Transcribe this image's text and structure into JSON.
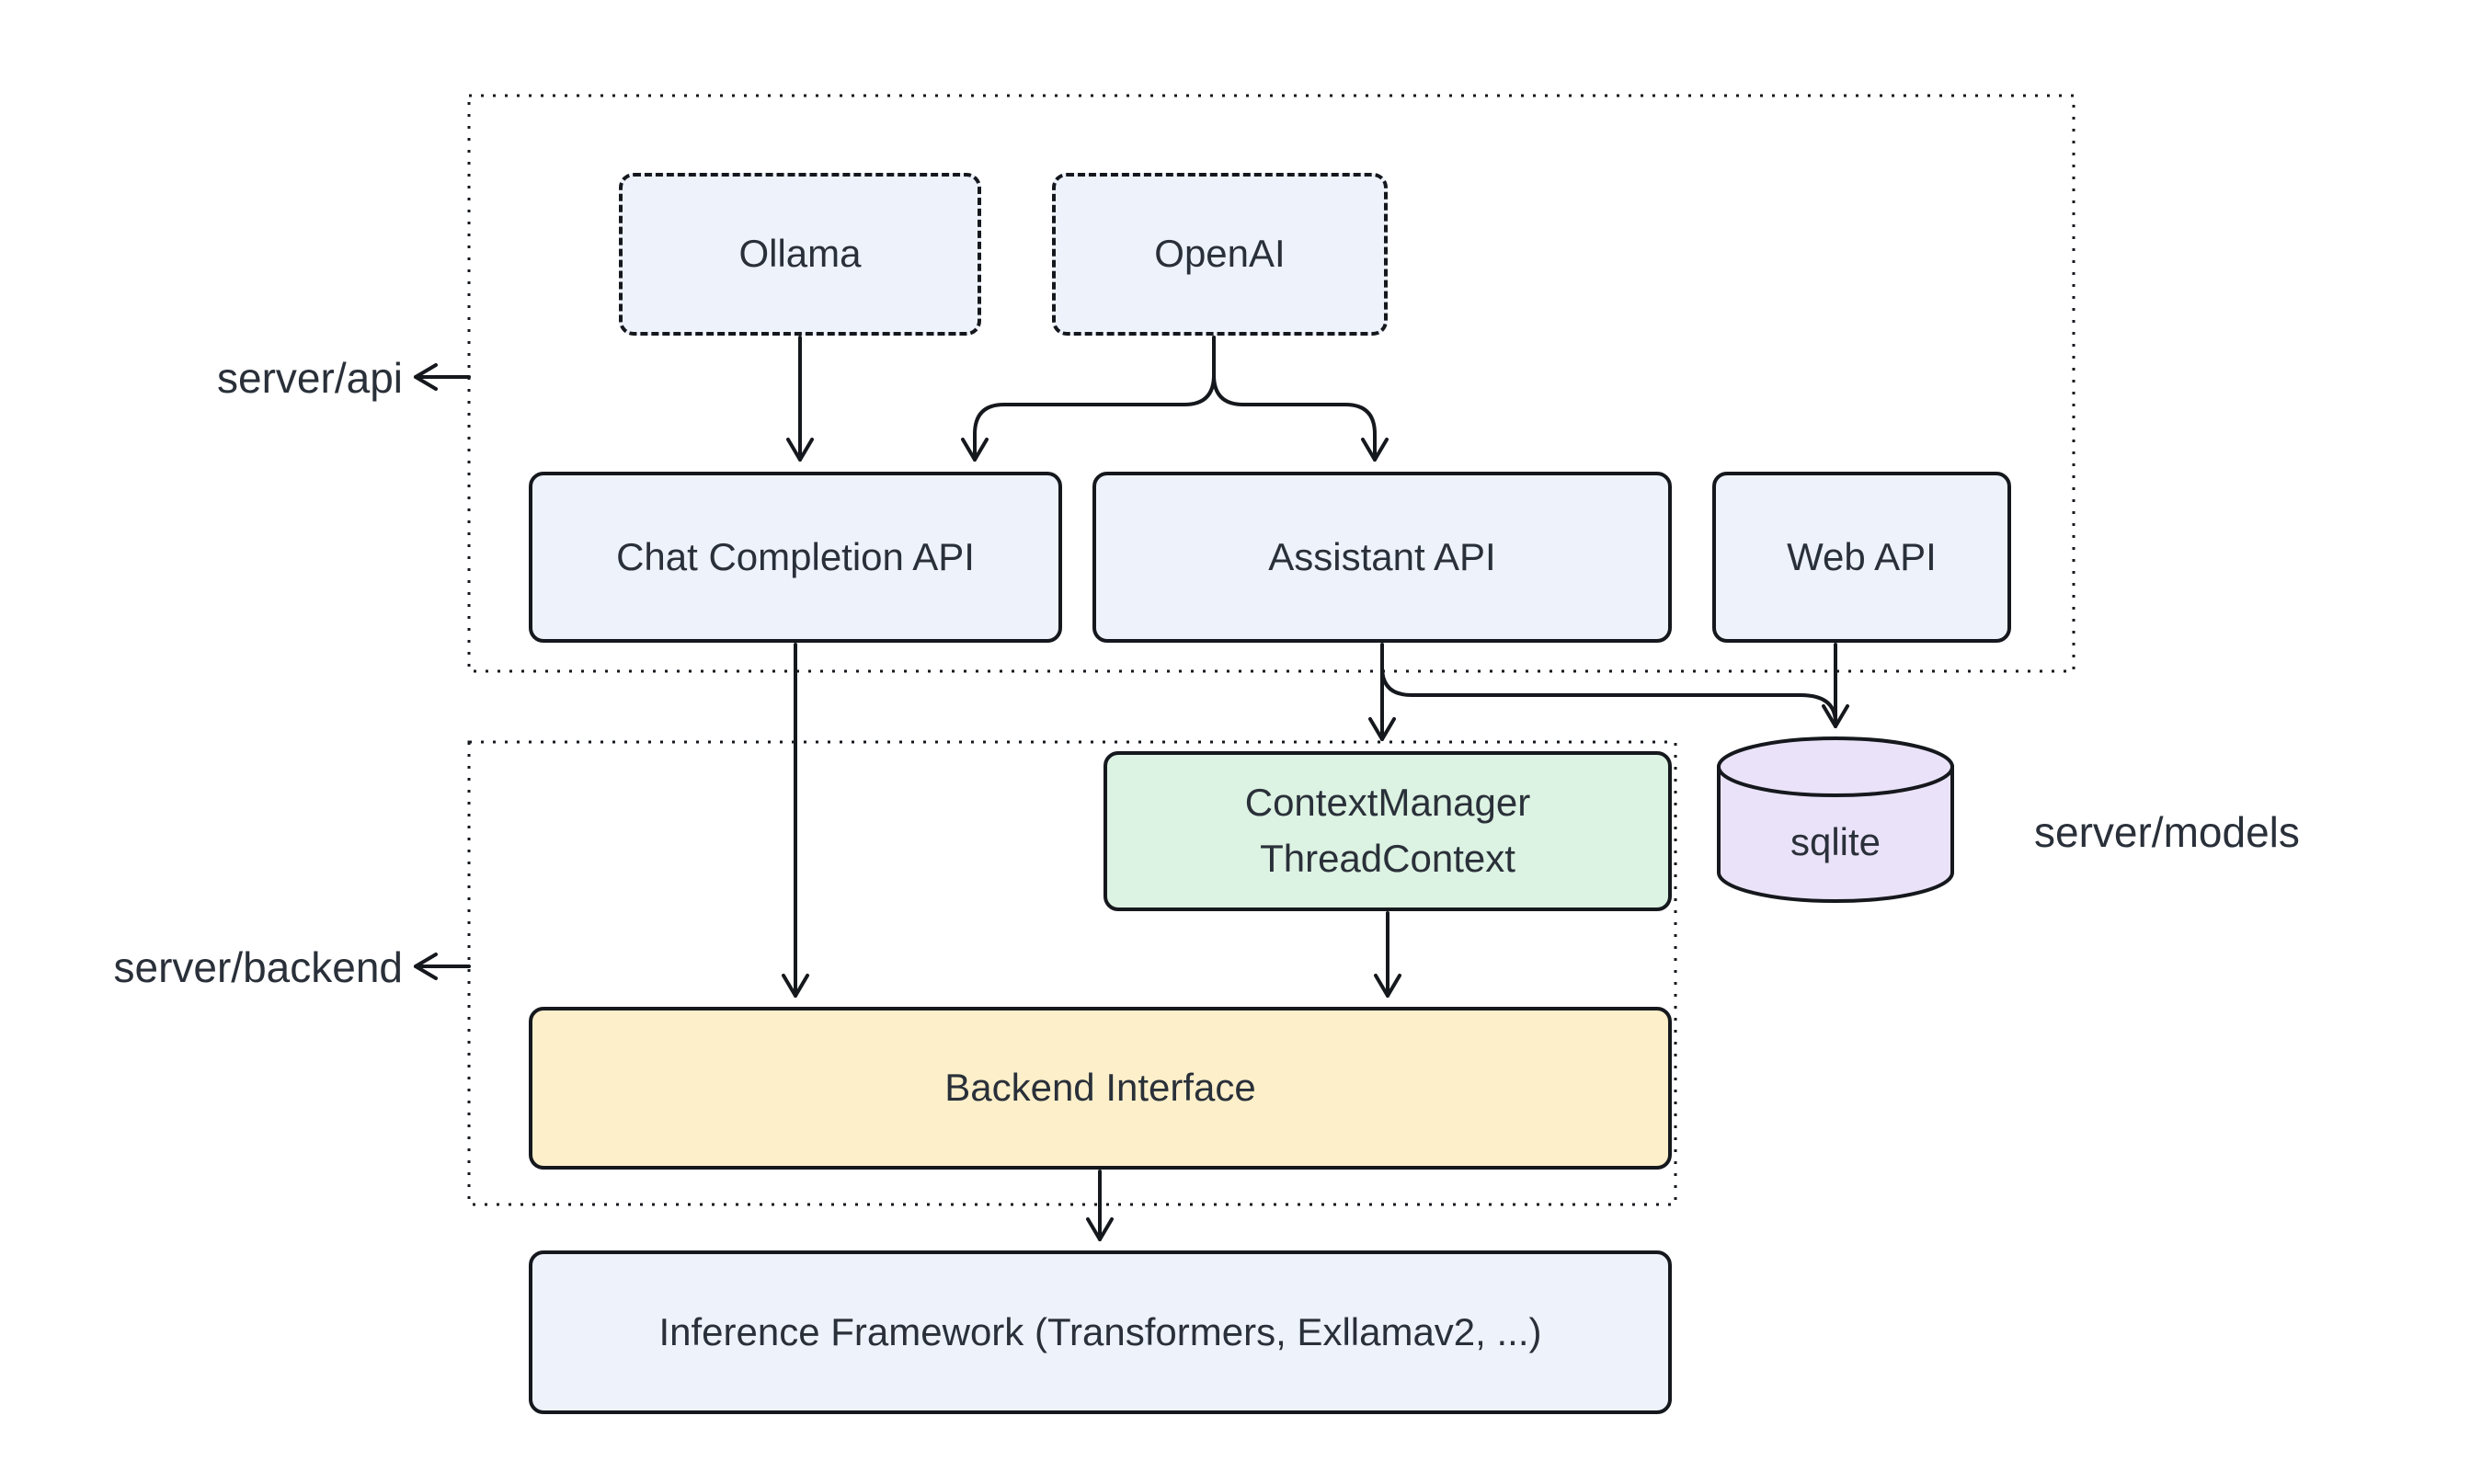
{
  "diagram": {
    "groups": {
      "server_api": {
        "label": "server/api"
      },
      "server_backend": {
        "label": "server/backend"
      },
      "server_models": {
        "label": "server/models"
      }
    },
    "nodes": {
      "ollama": {
        "label": "Ollama",
        "style": "dashed"
      },
      "openai": {
        "label": "OpenAI",
        "style": "dashed"
      },
      "chat_completion_api": {
        "label": "Chat Completion API"
      },
      "assistant_api": {
        "label": "Assistant API"
      },
      "web_api": {
        "label": "Web API"
      },
      "context_manager": {
        "label_line1": "ContextManager",
        "label_line2": "ThreadContext"
      },
      "sqlite": {
        "label": "sqlite",
        "shape": "cylinder"
      },
      "backend_interface": {
        "label": "Backend Interface"
      },
      "inference_framework": {
        "label": "Inference Framework (Transformers, Exllamav2, ...)"
      }
    },
    "edges": [
      {
        "from": "Ollama",
        "to": "Chat Completion API"
      },
      {
        "from": "OpenAI",
        "to": "Chat Completion API"
      },
      {
        "from": "OpenAI",
        "to": "Assistant API"
      },
      {
        "from": "Chat Completion API",
        "to": "Backend Interface"
      },
      {
        "from": "Assistant API",
        "to": "ContextManager ThreadContext"
      },
      {
        "from": "Assistant API",
        "to": "sqlite"
      },
      {
        "from": "Web API",
        "to": "sqlite"
      },
      {
        "from": "ContextManager ThreadContext",
        "to": "Backend Interface"
      },
      {
        "from": "Backend Interface",
        "to": "Inference Framework (Transformers, Exllamav2, ...)"
      }
    ],
    "colors": {
      "node_blue": "#edf2fb",
      "node_green": "#dcf2e2",
      "node_yellow": "#fcefca",
      "node_purple": "#eae2f8",
      "stroke": "#15181d",
      "text": "#2a3039",
      "background": "#ffffff"
    }
  }
}
